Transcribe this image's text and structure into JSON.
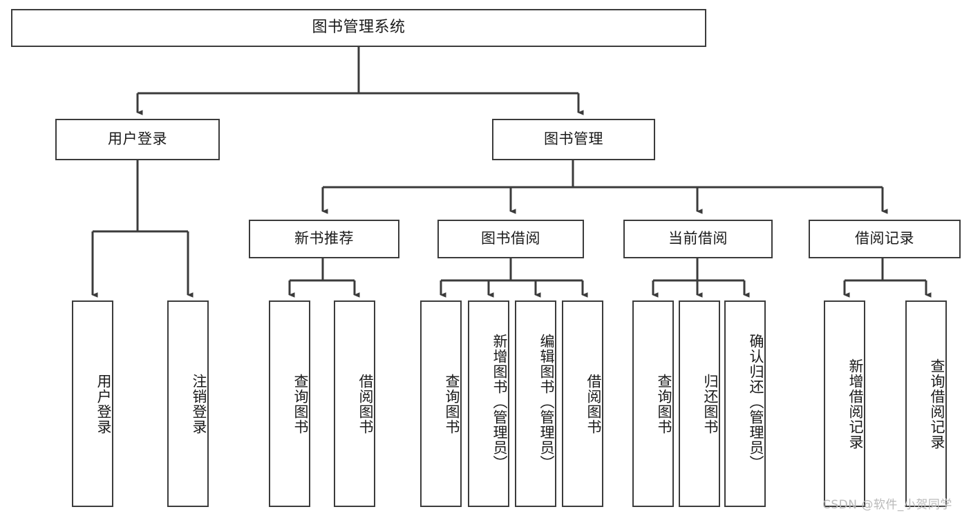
{
  "diagram": {
    "title": "图书管理系统",
    "type": "tree-hierarchy-chart",
    "colors": {
      "box_border": "#3b3b3b",
      "box_fill": "#ffffff",
      "line": "#3b3b3b",
      "text": "#1a1a1a",
      "watermark": "#b9b9b9",
      "background": "#ffffff"
    },
    "root": {
      "label": "图书管理系统"
    },
    "level1": [
      {
        "label": "用户登录"
      },
      {
        "label": "图书管理"
      }
    ],
    "level2": [
      {
        "label": "新书推荐"
      },
      {
        "label": "图书借阅"
      },
      {
        "label": "当前借阅"
      },
      {
        "label": "借阅记录"
      }
    ],
    "leaves": {
      "user_login": [
        {
          "label": "用户登录"
        },
        {
          "label": "注销登录"
        }
      ],
      "new_book_recommend": [
        {
          "label": "查询图书"
        },
        {
          "label": "借阅图书"
        }
      ],
      "book_borrow": [
        {
          "label": "查询图书"
        },
        {
          "label": "新增图书（管理员）"
        },
        {
          "label": "编辑图书（管理员）"
        },
        {
          "label": "借阅图书"
        }
      ],
      "current_borrow": [
        {
          "label": "查询图书"
        },
        {
          "label": "归还图书"
        },
        {
          "label": "确认归还（管理员）"
        }
      ],
      "borrow_record": [
        {
          "label": "新增借阅记录"
        },
        {
          "label": "查询借阅记录"
        }
      ]
    },
    "watermark": "CSDN @软件_小贺同学"
  }
}
